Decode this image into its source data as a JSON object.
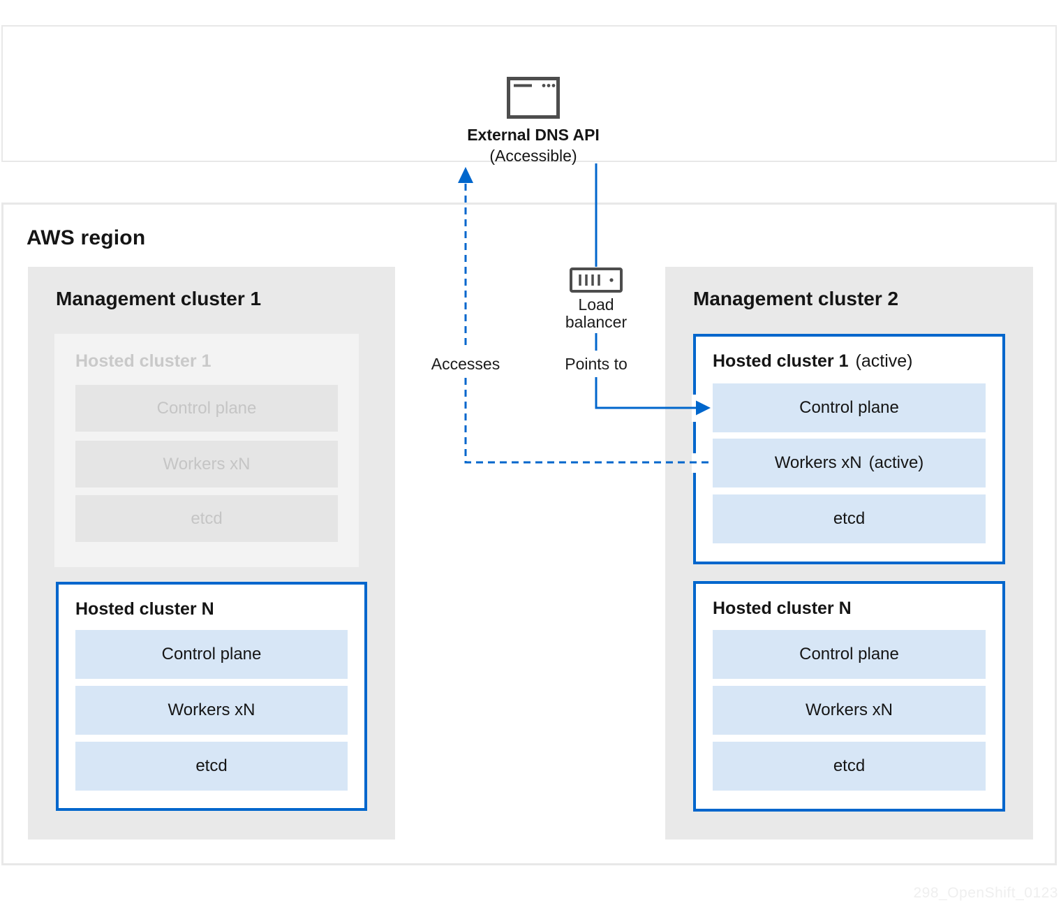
{
  "colors": {
    "accent_blue": "#0066cc",
    "light_blue_fill": "#d7e6f6",
    "panel_gray": "#e9e9e9",
    "faded_panel_gray": "#f3f3f3",
    "faded_box_gray": "#e5e5e5",
    "faded_text_gray": "#c5c5c5",
    "border_gray": "#e8e8e8",
    "icon_gray": "#4d4d4d",
    "text_dark": "#151515",
    "watermark_gray": "#efefef"
  },
  "external_dns": {
    "icon": "browser-window-icon",
    "title": "External DNS API",
    "subtitle": "(Accessible)"
  },
  "aws_region": {
    "title": "AWS region"
  },
  "mc1": {
    "title": "Management cluster 1",
    "hosted": [
      {
        "title": "Hosted cluster 1",
        "suffix": "",
        "state": "inactive-faded",
        "components": [
          {
            "label": "Control plane",
            "suffix": ""
          },
          {
            "label": "Workers xN",
            "suffix": ""
          },
          {
            "label": "etcd",
            "suffix": ""
          }
        ]
      },
      {
        "title": "Hosted cluster N",
        "suffix": "",
        "state": "normal",
        "components": [
          {
            "label": "Control plane",
            "suffix": ""
          },
          {
            "label": "Workers xN",
            "suffix": ""
          },
          {
            "label": "etcd",
            "suffix": ""
          }
        ]
      }
    ]
  },
  "mc2": {
    "title": "Management cluster 2",
    "hosted": [
      {
        "title": "Hosted cluster 1",
        "suffix": "(active)",
        "state": "active",
        "components": [
          {
            "label": "Control plane",
            "suffix": ""
          },
          {
            "label": "Workers xN",
            "suffix": "(active)"
          },
          {
            "label": "etcd",
            "suffix": ""
          }
        ]
      },
      {
        "title": "Hosted cluster N",
        "suffix": "",
        "state": "normal",
        "components": [
          {
            "label": "Control plane",
            "suffix": ""
          },
          {
            "label": "Workers xN",
            "suffix": ""
          },
          {
            "label": "etcd",
            "suffix": ""
          }
        ]
      }
    ]
  },
  "connectors": {
    "load_balancer_icon": "load-balancer-icon",
    "load_balancer_label": "Load balancer",
    "points_to_label": "Points to",
    "accesses_label": "Accesses"
  },
  "watermark": "298_OpenShift_0123"
}
